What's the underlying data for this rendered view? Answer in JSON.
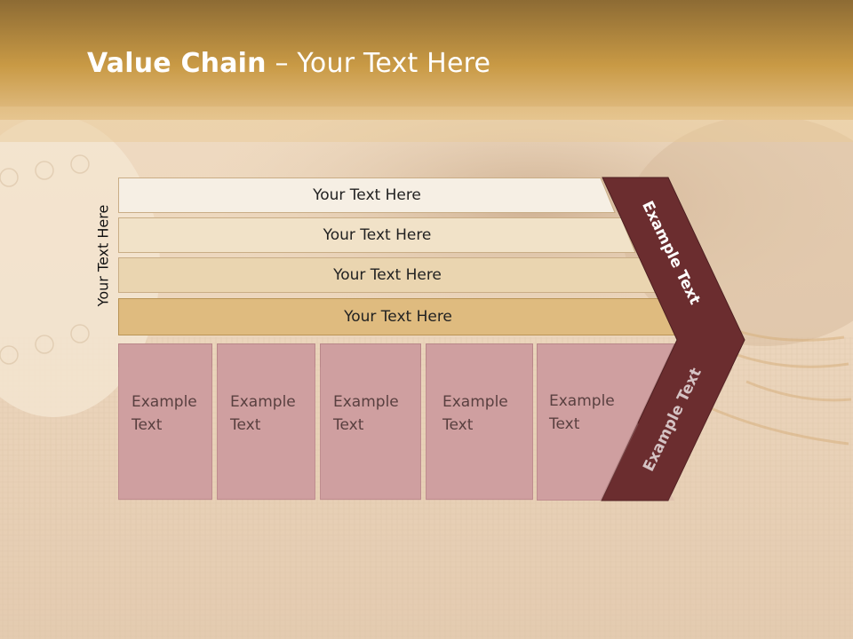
{
  "slide": {
    "title_bold": "Value Chain",
    "title_rest": " – Your Text Here",
    "vertical_label": "Your Text Here",
    "bars": [
      {
        "label": "Your Text Here",
        "color": "#f6efe4"
      },
      {
        "label": "Your Text Here",
        "color": "#f1e2c8"
      },
      {
        "label": "Your Text Here",
        "color": "#ead5b0"
      },
      {
        "label": "Your Text Here",
        "color": "#dfbb7f"
      }
    ],
    "cards": [
      {
        "line1": "Example",
        "line2": "Text"
      },
      {
        "line1": "Example",
        "line2": "Text"
      },
      {
        "line1": "Example",
        "line2": "Text"
      },
      {
        "line1": "Example",
        "line2": "Text"
      },
      {
        "line1": "Example",
        "line2": "Text"
      }
    ],
    "chevron_top_text": "Example Text",
    "chevron_bottom_text": "Example Text",
    "colors": {
      "header_gold": "#c99a45",
      "chevron": "#6b2d2f",
      "card": "#cf9fa0"
    }
  }
}
